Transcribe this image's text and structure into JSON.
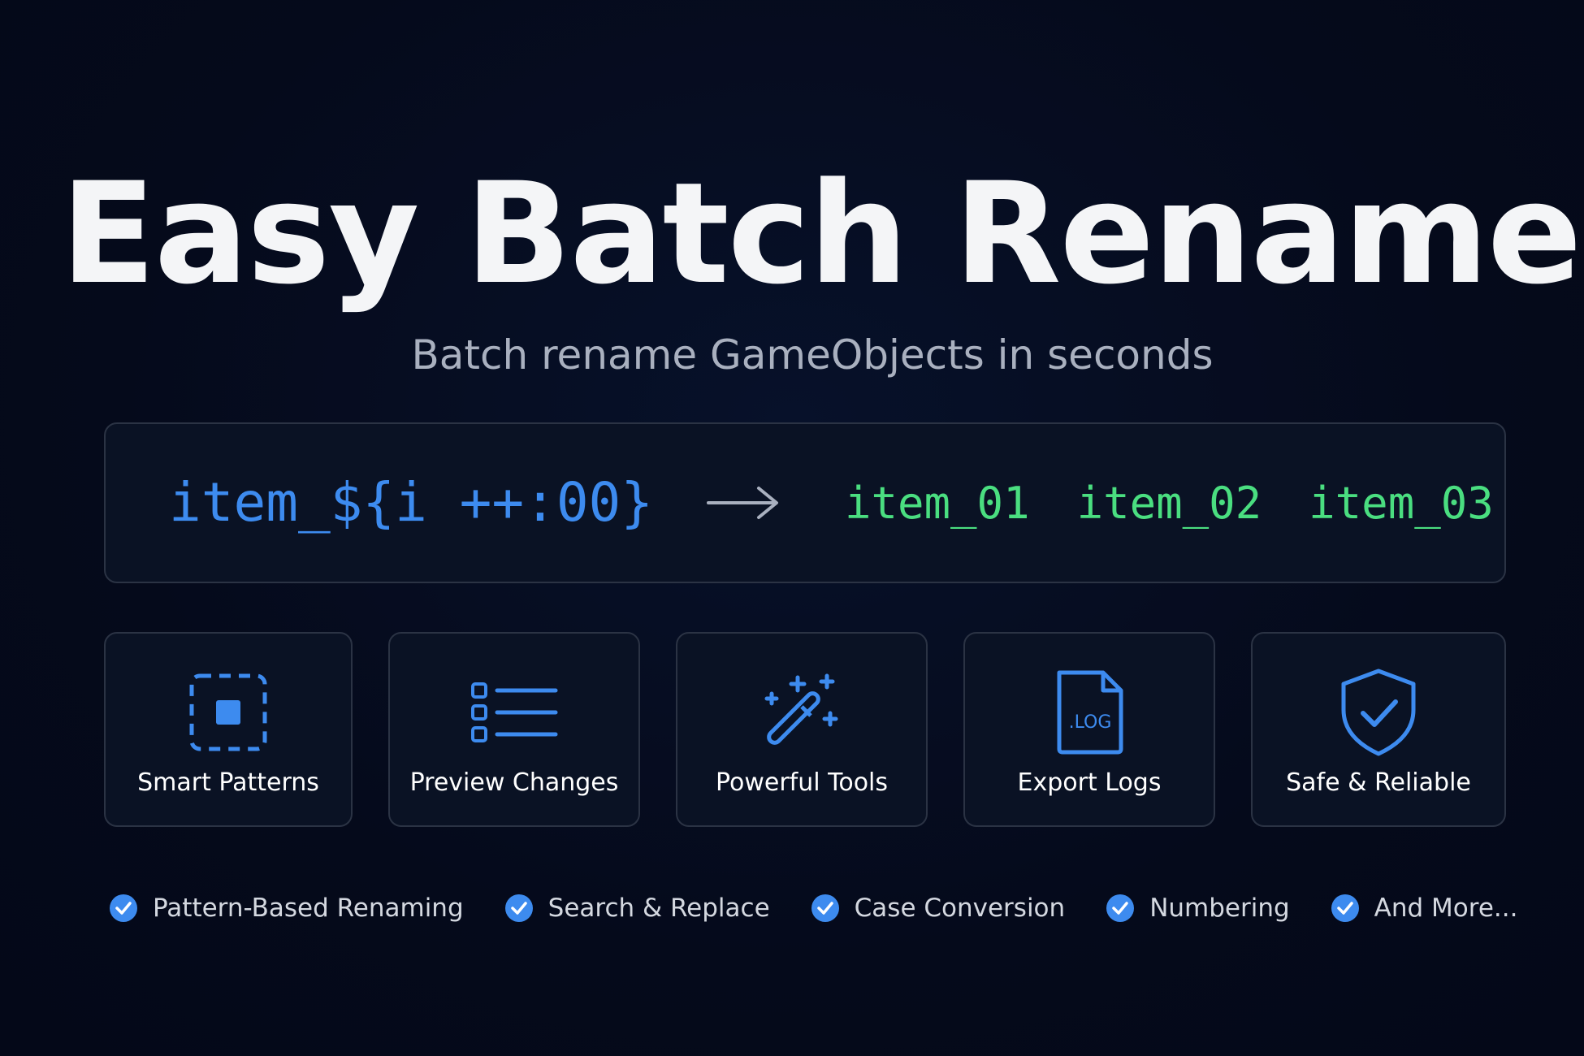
{
  "hero": {
    "title": "Easy Batch Rename",
    "subtitle": "Batch rename GameObjects in seconds"
  },
  "pattern_demo": {
    "input_pattern": "item_${i ++:00}",
    "arrow_icon": "arrow-right-icon",
    "outputs": [
      "item_01",
      "item_02",
      "item_03"
    ]
  },
  "features": [
    {
      "label": "Smart Patterns",
      "icon": "dashed-selection-icon"
    },
    {
      "label": "Preview Changes",
      "icon": "list-icon"
    },
    {
      "label": "Powerful Tools",
      "icon": "magic-wand-icon"
    },
    {
      "label": "Export Logs",
      "icon": "log-file-icon"
    },
    {
      "label": "Safe & Reliable",
      "icon": "shield-check-icon"
    }
  ],
  "checklist": [
    "Pattern-Based Renaming",
    "Search & Replace",
    "Case Conversion",
    "Numbering",
    "And More..."
  ],
  "log_file_icon_text": ".LOG",
  "colors": {
    "background": "#050a1b",
    "accent_blue": "#3d8bef",
    "output_green": "#4ade80",
    "border": "#2b3344",
    "subtitle_gray": "#a9b0bf"
  }
}
